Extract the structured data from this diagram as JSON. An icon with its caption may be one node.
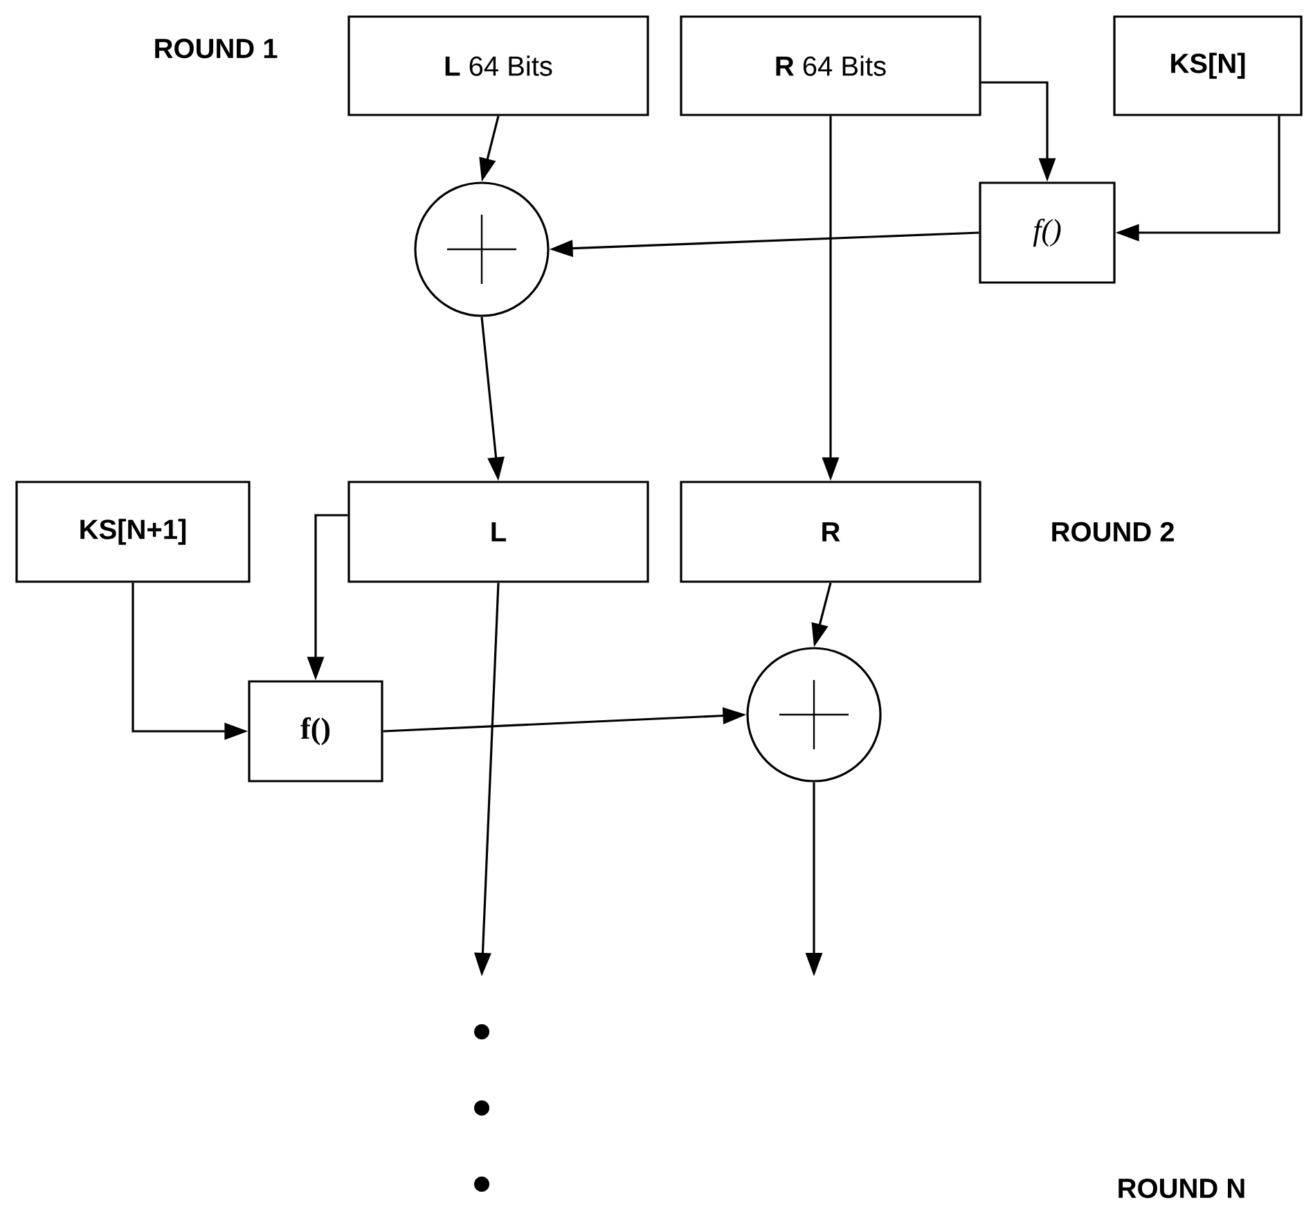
{
  "diagram": {
    "nodes": [
      {
        "text": [
          "**L** 64 Bits"
        ]
      },
      {
        "text": [
          "**R** 64 Bits"
        ]
      },
      {
        "text": [
          "KS[N]"
        ]
      },
      {
        "text": [],
        "shape": "circle"
      },
      {
        "text": [
          "f()"
        ]
      },
      {
        "text": [
          "KS[N+1]"
        ]
      },
      {
        "text": [
          "L"
        ]
      },
      {
        "text": [
          "R"
        ]
      },
      {
        "text": [
          "f()"
        ]
      },
      {
        "text": [],
        "shape": "circle"
      }
    ],
    "edges": [
      {
        "from": 0,
        "to": 3,
        "arrow": "to"
      },
      {
        "from": 1,
        "to": 4,
        "arrow": "to"
      },
      {
        "from": 2,
        "to": 4,
        "arrow": "to"
      },
      {
        "from": 4,
        "to": 3,
        "arrow": "to"
      },
      {
        "from": 1,
        "to": 7,
        "arrow": "to"
      },
      {
        "from": 3,
        "to": 6,
        "arrow": "to"
      },
      {
        "from": 6,
        "to": 8,
        "arrow": "to"
      },
      {
        "from": 5,
        "to": 8,
        "arrow": "to"
      },
      {
        "from": 8,
        "to": 9,
        "arrow": "to"
      },
      {
        "from": 7,
        "to": 9,
        "arrow": "to"
      },
      {
        "from": 6,
        "to": null,
        "arrow": "to"
      },
      {
        "from": 9,
        "to": null,
        "arrow": "to"
      }
    ],
    "labels": [
      "ROUND 1",
      "ROUND 2",
      "ROUND N"
    ]
  }
}
